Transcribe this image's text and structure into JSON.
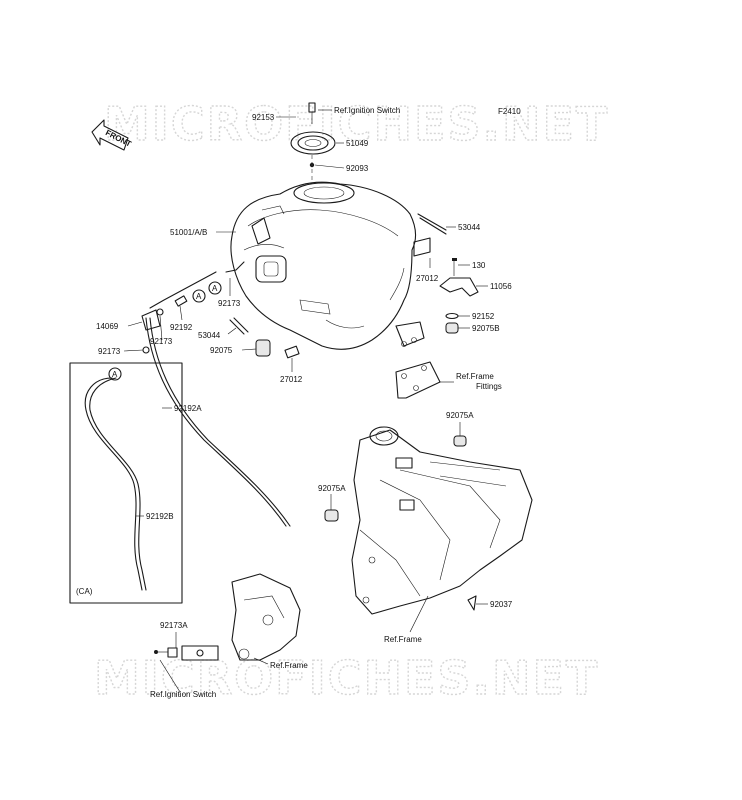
{
  "diagram": {
    "figure_code": "F2410",
    "watermark": "MICROFICHES.NET",
    "front_label": "FRONT",
    "circle_ref": "A",
    "callouts": {
      "p92153": "92153",
      "ref_ignition_top": "Ref.Ignition Switch",
      "p51049": "51049",
      "p92093": "92093",
      "p51001": "51001/A/B",
      "p53044_right": "53044",
      "p130": "130",
      "p27012_right": "27012",
      "p11056": "11056",
      "p92152": "92152",
      "p92075B": "92075B",
      "p92173_mid": "92173",
      "p92192": "92192",
      "p14069": "14069",
      "p92173_left_upper": "92173",
      "p92173_left": "92173",
      "p53044_left": "53044",
      "p92075": "92075",
      "p27012_bottom": "27012",
      "ref_frame_fittings_1": "Ref.Frame",
      "ref_frame_fittings_2": "Fittings",
      "p92192A": "92192A",
      "p92192B": "92192B",
      "ca_label": "(CA)",
      "p92075A_top": "92075A",
      "p92075A_left": "92075A",
      "p92037": "92037",
      "ref_frame_right": "Ref.Frame",
      "p92173A": "92173A",
      "ref_frame_bottom": "Ref.Frame",
      "ref_ignition_bottom": "Ref.Ignition Switch"
    }
  }
}
